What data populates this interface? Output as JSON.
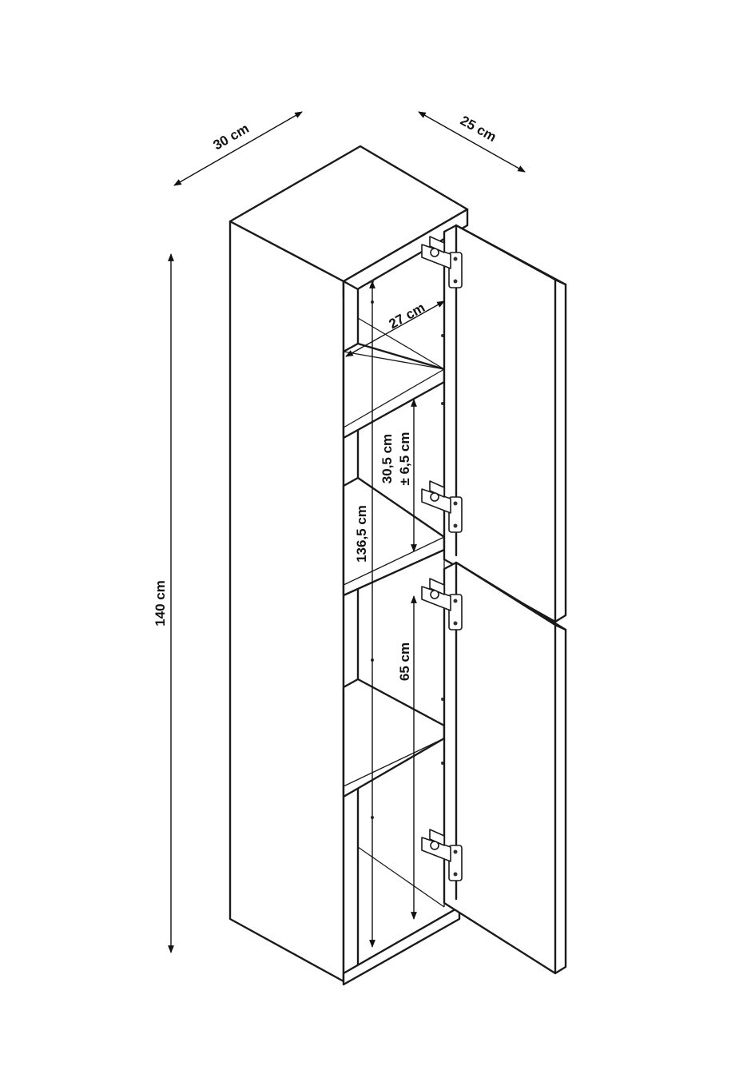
{
  "dimensions": {
    "width": "30 cm",
    "depth": "25 cm",
    "height": "140 cm",
    "inner_depth": "27 cm",
    "inner_height": "136,5 cm",
    "shelf_spacing_line1": "30,5 cm",
    "shelf_spacing_line2": "± 6,5 cm",
    "lower_compartment": "65 cm"
  },
  "colors": {
    "line": "#1a1a1a",
    "background": "#ffffff"
  }
}
